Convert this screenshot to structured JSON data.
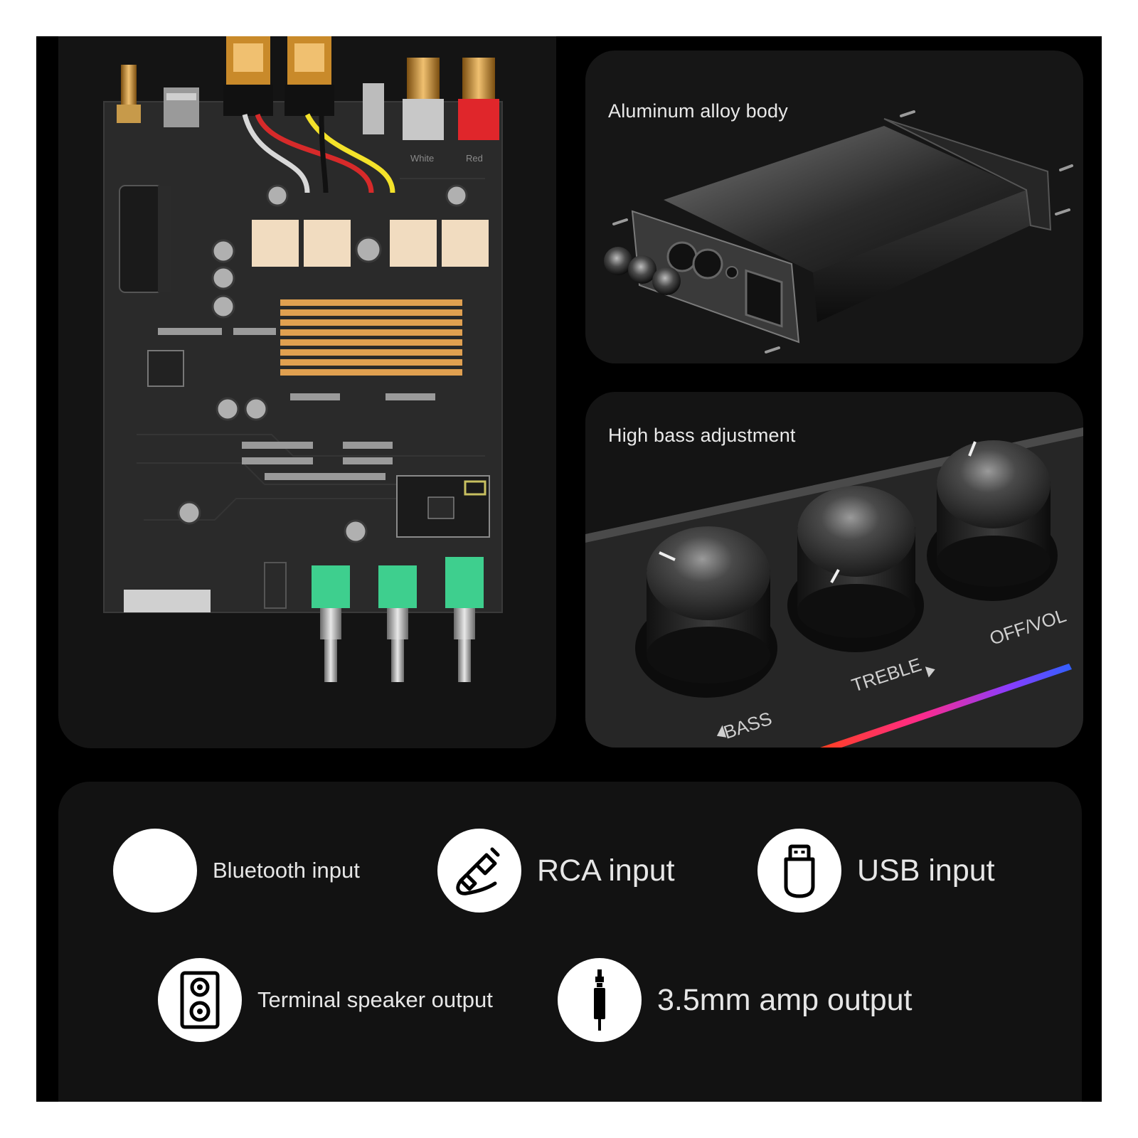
{
  "panels": {
    "case_caption": "Aluminum alloy body",
    "knobs_caption": "High bass adjustment",
    "knob_labels": {
      "bass": "BASS",
      "treble": "TREBLE",
      "vol": "OFF/VOL"
    },
    "pcb_labels": {
      "white": "White",
      "red": "Red"
    }
  },
  "features": [
    {
      "label": "Bluetooth input",
      "icon": "bluetooth-icon"
    },
    {
      "label": "RCA input",
      "icon": "rca-cable-icon"
    },
    {
      "label": "USB input",
      "icon": "usb-drive-icon"
    },
    {
      "label": "Terminal speaker output",
      "icon": "speaker-icon"
    },
    {
      "label": "3.5mm amp output",
      "icon": "audio-jack-icon"
    }
  ],
  "colors": {
    "background": "#000000",
    "panel": "#161616",
    "text": "#e6e6e6",
    "heatsink": "#e0a050",
    "pot_green": "#3ecf8e",
    "rca_red": "#e0262b"
  }
}
